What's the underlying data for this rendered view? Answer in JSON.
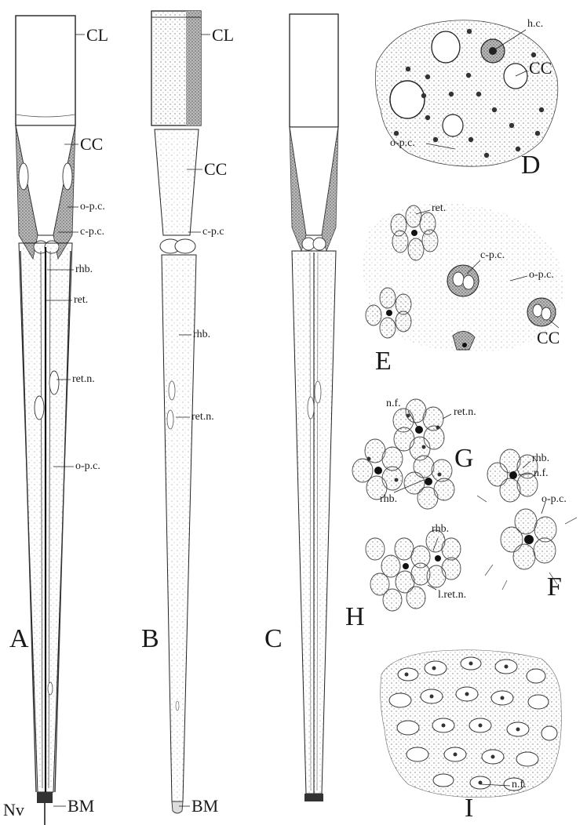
{
  "plate": {
    "panels": {
      "A": "A",
      "B": "B",
      "C": "C",
      "D": "D",
      "E": "E",
      "F": "F",
      "G": "G",
      "H": "H",
      "I": "I"
    },
    "labels": {
      "a_cl": "CL",
      "a_cc": "CC",
      "a_opc1": "o-p.c.",
      "a_cpc": "c-p.c.",
      "a_rhb": "rhb.",
      "a_ret": "ret.",
      "a_retn": "ret.n.",
      "a_opc2": "o-p.c.",
      "a_bm": "BM",
      "a_nv": "Nv",
      "b_cl": "CL",
      "b_cc": "CC",
      "b_cpc": "c-p.c",
      "b_rhb": "rhb.",
      "b_retn": "ret.n.",
      "b_bm": "BM",
      "d_hc": "h.c.",
      "d_cc": "CC",
      "d_opc": "o-p.c.",
      "e_ret": "ret.",
      "e_cpc": "c-p.c.",
      "e_opc": "o-p.c.",
      "e_cc": "CC",
      "g_nf": "n.f.",
      "g_retn": "ret.n.",
      "g_rhb": "rhb.",
      "f_rhb": "rhb.",
      "f_nf": "n.f.",
      "f_opc": "o-p.c.",
      "h_rhb": "rhb.",
      "h_lretn": "l.ret.n.",
      "i_nf": "n.f."
    }
  }
}
